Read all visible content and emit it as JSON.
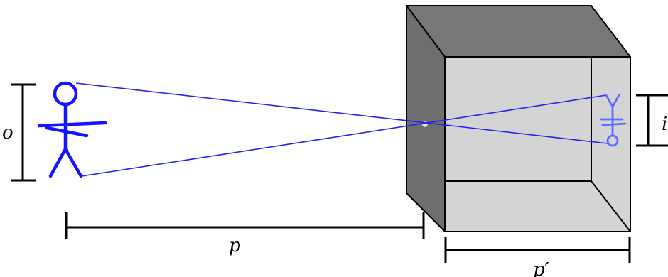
{
  "labels": {
    "object_height": "o",
    "image_height": "i",
    "object_distance": "p",
    "image_distance": "p′"
  },
  "colors": {
    "figure": "#1a1aff",
    "image_figure": "#5b6cff",
    "ray": "#2222ee",
    "box_dark": "#6f6f6f",
    "box_mid": "#7e7e7e",
    "box_light": "#d6d6d6",
    "outline": "#000000"
  }
}
